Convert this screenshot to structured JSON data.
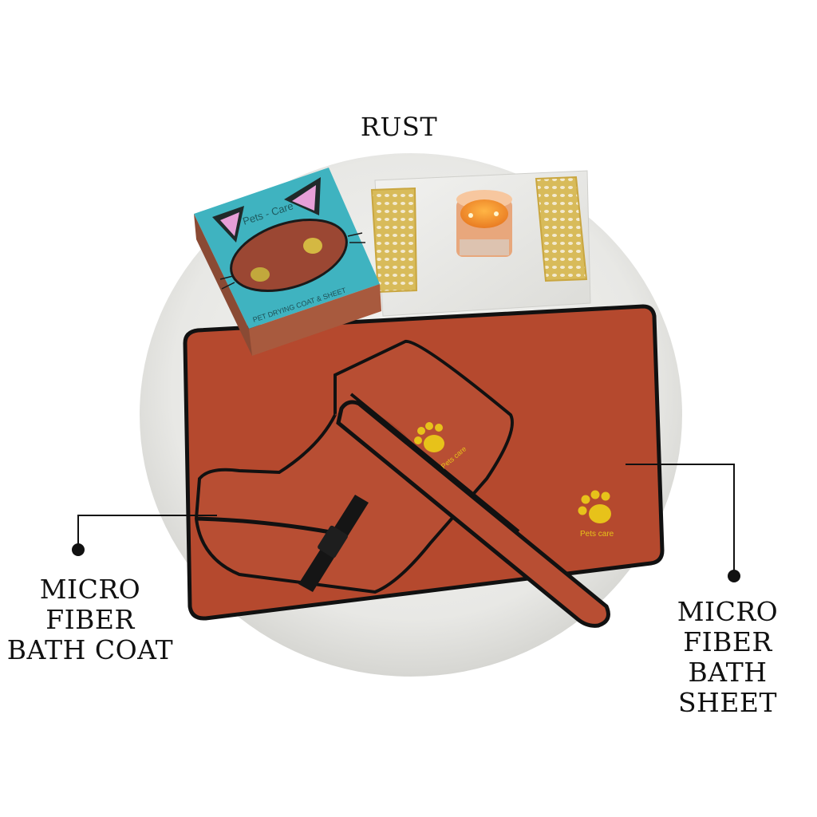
{
  "title": "RUST",
  "callouts": {
    "coat": {
      "line1": "MICRO FIBER",
      "line2": "BATH COAT"
    },
    "sheet": {
      "line1": "MICRO FIBER",
      "line2": "BATH SHEET"
    }
  },
  "box": {
    "brand": "Pets - Care",
    "subtitle": "PET DRYING COAT & SHEET"
  },
  "embroidery": {
    "text": "Pets care"
  },
  "colors": {
    "rust": "#b44a30",
    "teal": "#3fb3c0",
    "gold": "#e7c21a",
    "piping": "#111111",
    "table": "#ededea"
  }
}
